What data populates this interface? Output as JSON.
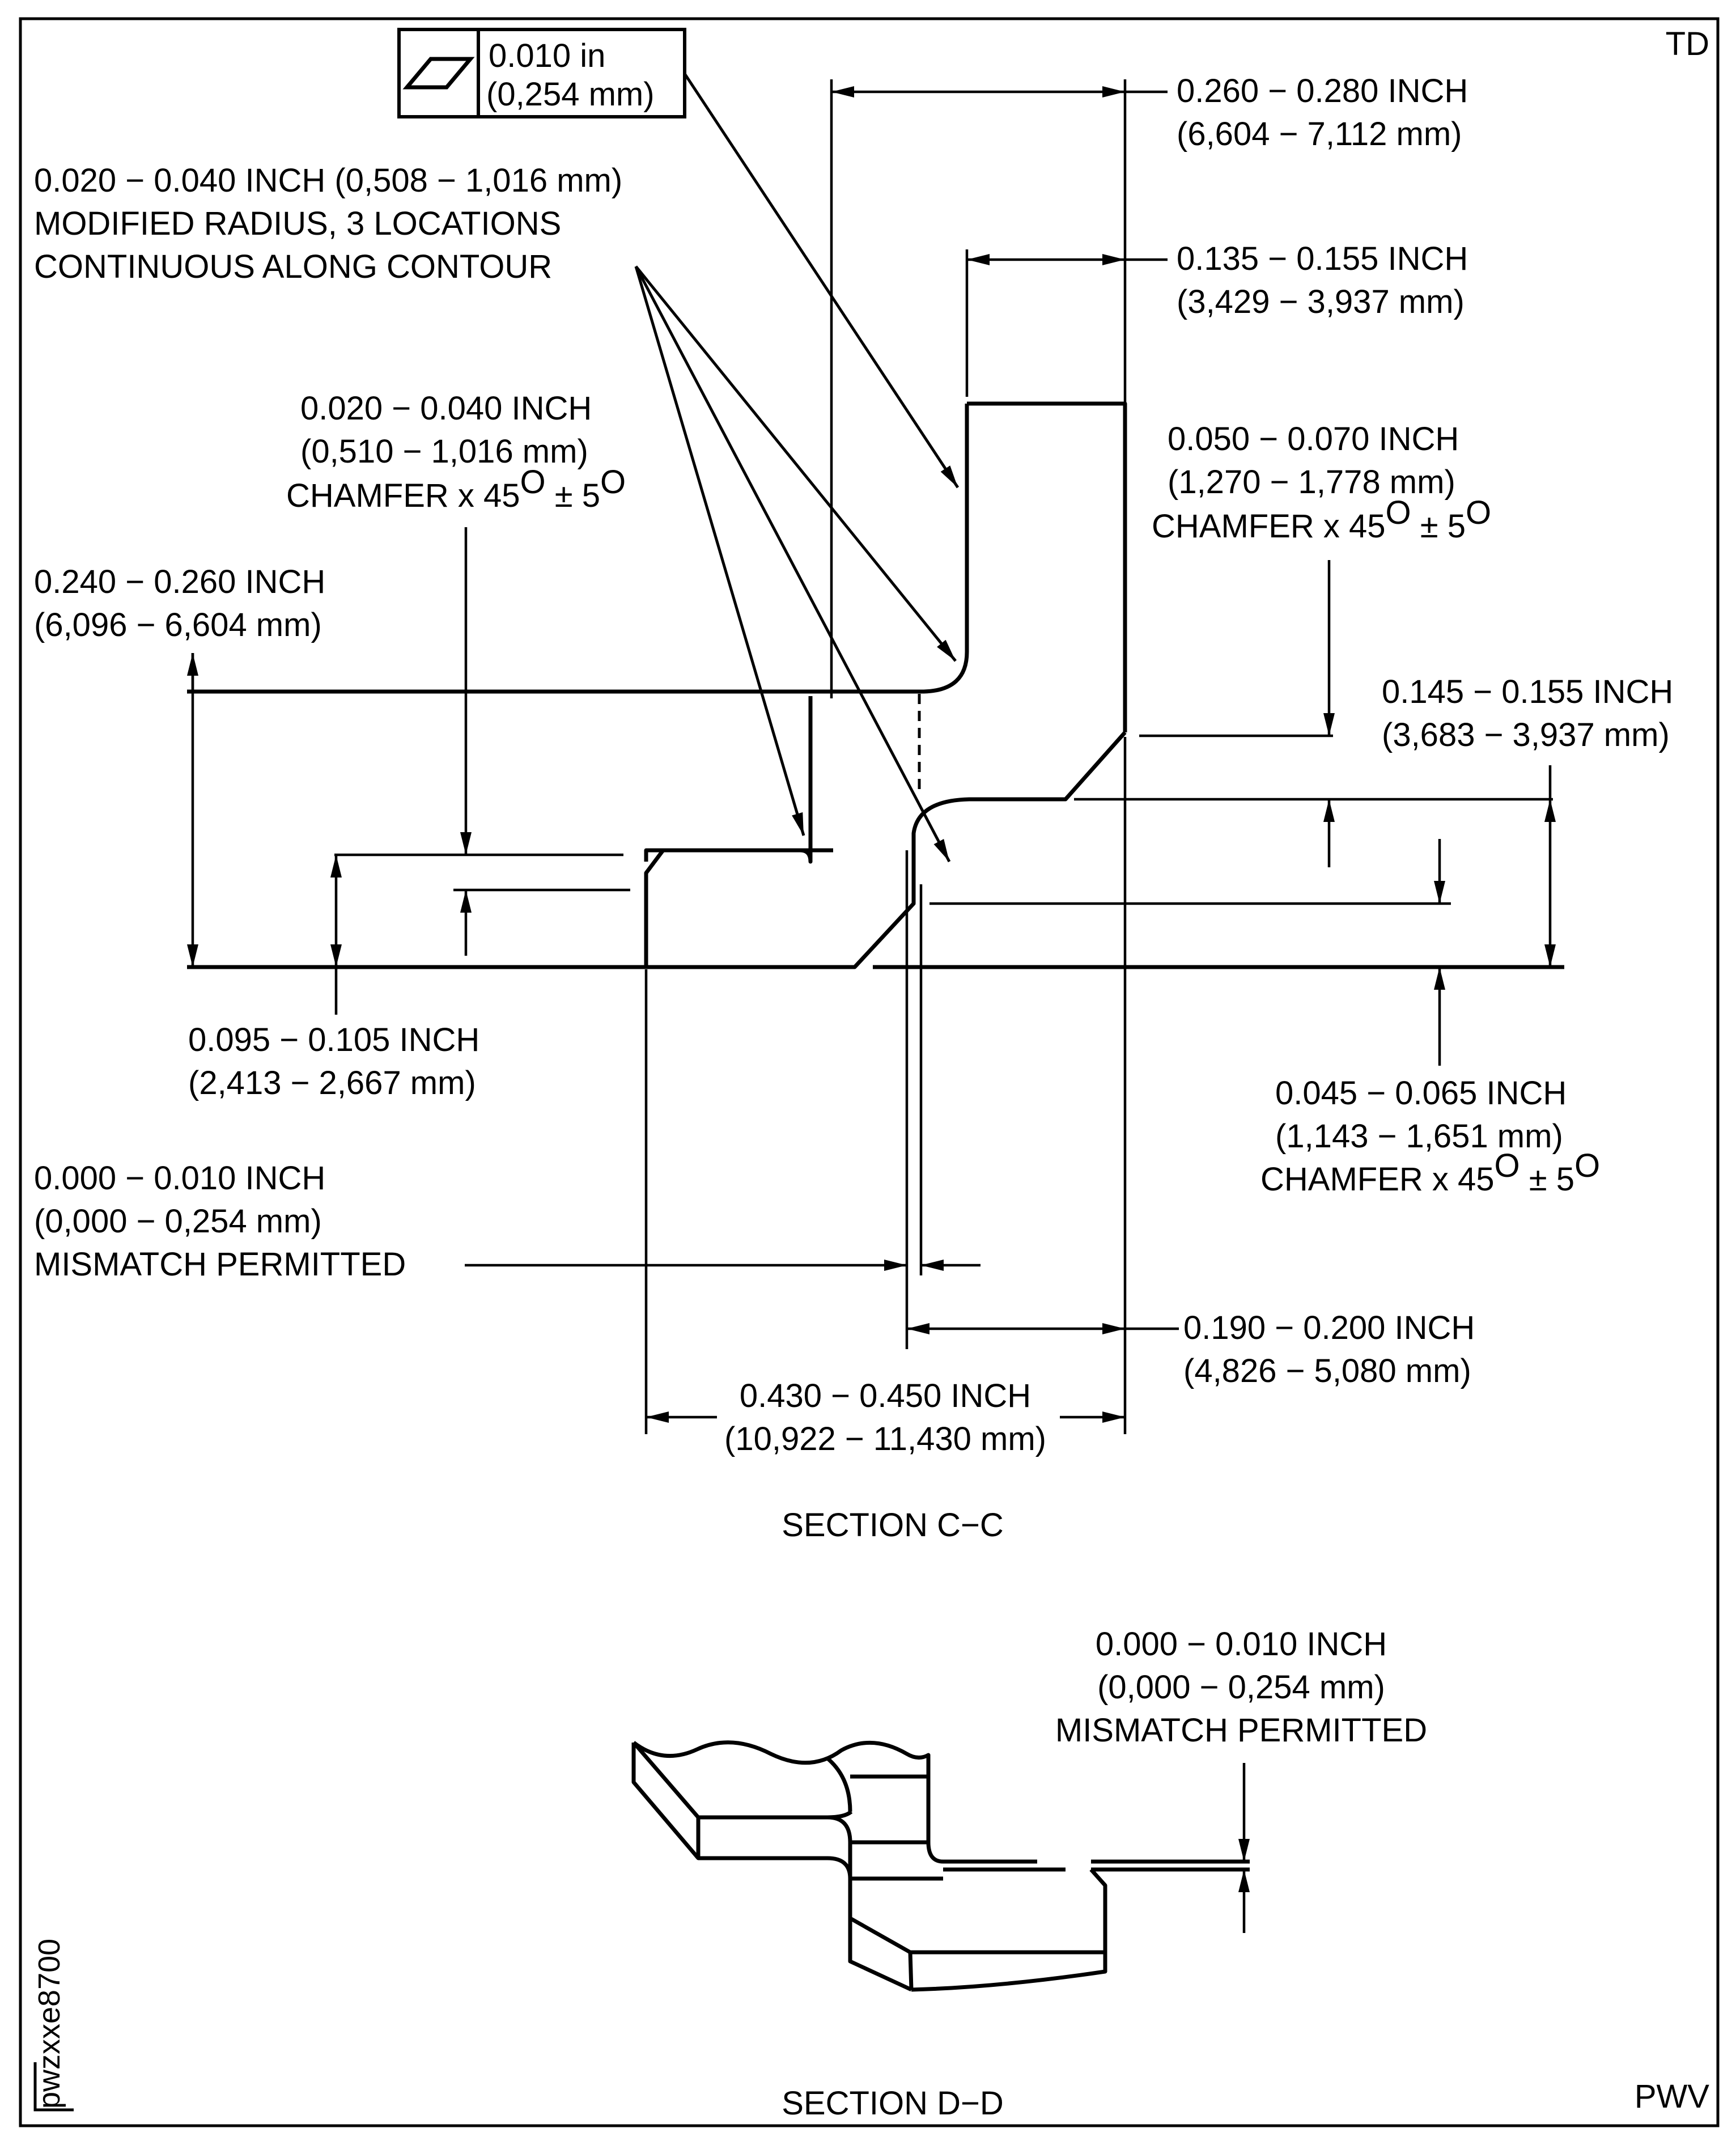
{
  "corner_labels": {
    "top_right": "TD",
    "bottom_right": "PWV",
    "figure_id": "pwzxxe8700"
  },
  "flatness_control": {
    "tolerance_in": "0.010 in",
    "tolerance_mm": "(0,254 mm)"
  },
  "section_cc": {
    "title": "SECTION C−C",
    "dims": {
      "d_0260": {
        "line1": "0.260 − 0.280 INCH",
        "line2": "(6,604 − 7,112 mm)"
      },
      "d_0135": {
        "line1": "0.135 − 0.155 INCH",
        "line2": "(3,429 − 3,937 mm)"
      },
      "d_radius": {
        "line1": "0.020 − 0.040 INCH (0,508 − 1,016 mm)",
        "line2": "MODIFIED RADIUS, 3 LOCATIONS",
        "line3": "CONTINUOUS ALONG CONTOUR"
      },
      "d_chamfer_left": {
        "line1": "0.020 − 0.040 INCH",
        "line2": "(0,510 − 1,016 mm)",
        "line3": "CHAMFER x 45",
        "deg1": "O",
        "tol": " ± 5",
        "deg2": "O"
      },
      "d_chamfer_top_right": {
        "line1": "0.050 − 0.070 INCH",
        "line2": "(1,270 − 1,778 mm)",
        "line3": "CHAMFER x 45",
        "deg1": "O",
        "tol": " ± 5",
        "deg2": "O"
      },
      "d_0240": {
        "line1": "0.240 − 0.260 INCH",
        "line2": "(6,096 − 6,604 mm)"
      },
      "d_0145": {
        "line1": "0.145 − 0.155 INCH",
        "line2": "(3,683 − 3,937 mm)"
      },
      "d_0095": {
        "line1": "0.095 − 0.105 INCH",
        "line2": "(2,413 − 2,667 mm)"
      },
      "d_0045": {
        "line1": "0.045 − 0.065 INCH",
        "line2": "(1,143 − 1,651 mm)",
        "line3": "CHAMFER x 45",
        "deg1": "O",
        "tol": " ± 5",
        "deg2": "O"
      },
      "d_mismatch": {
        "line1": "0.000 − 0.010 INCH",
        "line2": "(0,000 − 0,254 mm)",
        "line3": "MISMATCH PERMITTED"
      },
      "d_0190": {
        "line1": "0.190 − 0.200 INCH",
        "line2": "(4,826 − 5,080 mm)"
      },
      "d_0430": {
        "line1": "0.430 − 0.450 INCH",
        "line2": "(10,922 − 11,430 mm)"
      }
    }
  },
  "section_dd": {
    "title": "SECTION D−D",
    "mismatch": {
      "line1": "0.000 − 0.010 INCH",
      "line2": "(0,000 − 0,254 mm)",
      "line3": "MISMATCH PERMITTED"
    }
  }
}
